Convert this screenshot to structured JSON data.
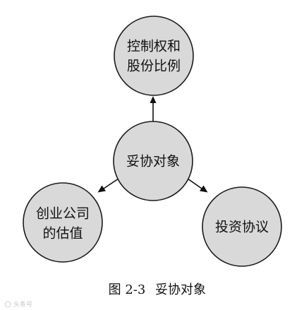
{
  "diagram": {
    "nodes": {
      "top": {
        "lines": [
          "控制权和",
          "股份比例"
        ]
      },
      "center": {
        "lines": [
          "妥协对象"
        ]
      },
      "left": {
        "lines": [
          "创业公司",
          "的估值"
        ]
      },
      "right": {
        "lines": [
          "投资协议"
        ]
      }
    },
    "caption": {
      "figure_number": "图 2-3",
      "title": "妥协对象"
    },
    "watermark": "头条号"
  }
}
